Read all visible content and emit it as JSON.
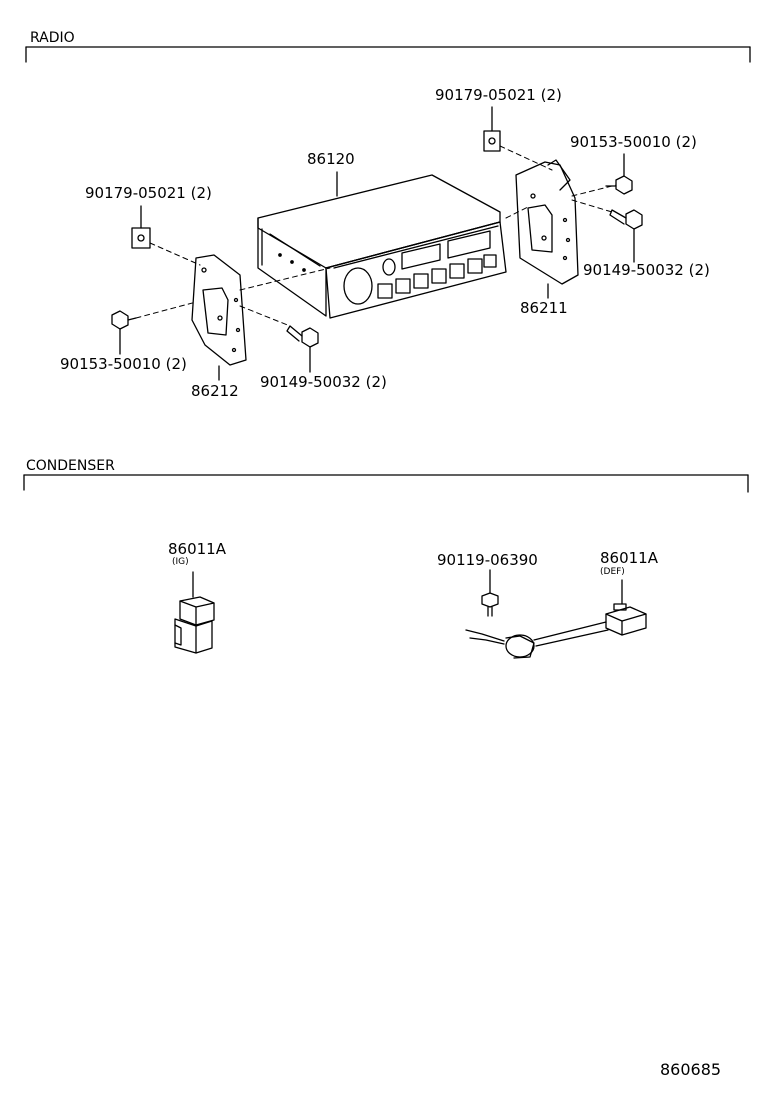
{
  "sections": {
    "radio": "RADIO",
    "condenser": "CONDENSER"
  },
  "labels": {
    "p86120": "86120",
    "p90179_top": "90179-05021 (2)",
    "p90153_right": "90153-50010 (2)",
    "p90179_left": "90179-05021 (2)",
    "p90149_right": "90149-50032 (2)",
    "p86211": "86211",
    "p90153_left": "90153-50010 (2)",
    "p90149_bottom": "90149-50032 (2)",
    "p86212": "86212",
    "p86011a_ig": "86011A",
    "p86011a_ig_sub": "(IG)",
    "p90119": "90119-06390",
    "p86011a_def": "86011A",
    "p86011a_def_sub": "(DEF)"
  },
  "figure_number": "860685"
}
